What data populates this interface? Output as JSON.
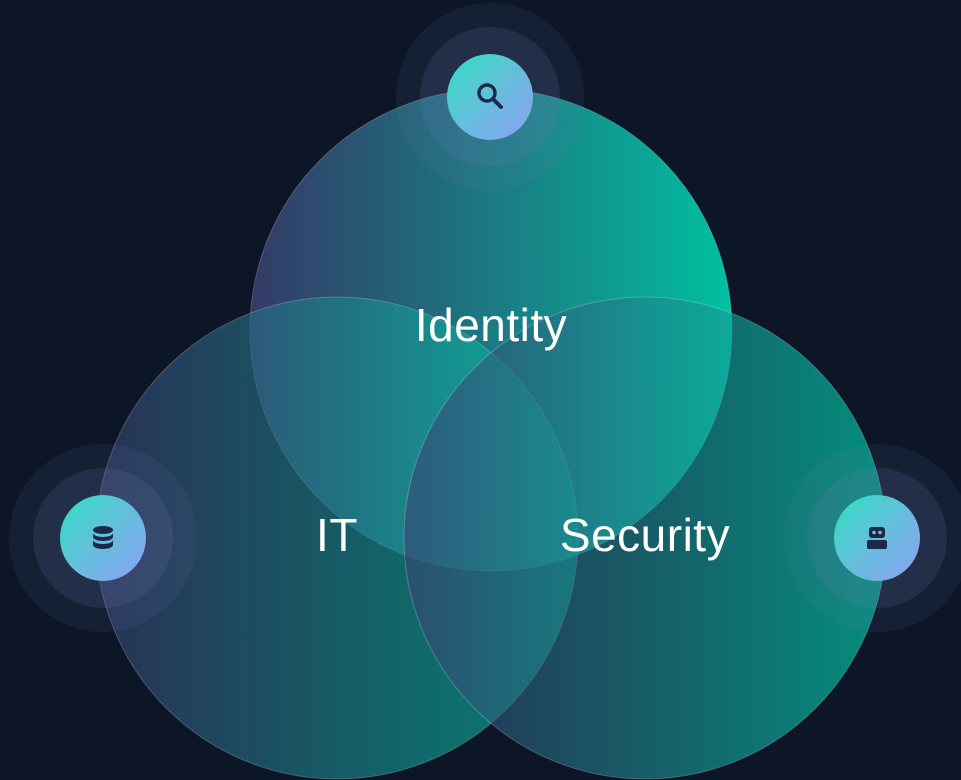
{
  "diagram": {
    "type": "venn",
    "sets": [
      {
        "label": "Identity",
        "icon": "search-icon"
      },
      {
        "label": "IT",
        "icon": "database-icon"
      },
      {
        "label": "Security",
        "icon": "robot-icon"
      }
    ]
  },
  "colors": {
    "background": "#0c1626",
    "gradient_start": "#3a4172",
    "gradient_end": "#00c9a7",
    "badge_start": "#2ee0c1",
    "badge_end": "#8e9ff7",
    "icon": "#1b2a4a"
  }
}
